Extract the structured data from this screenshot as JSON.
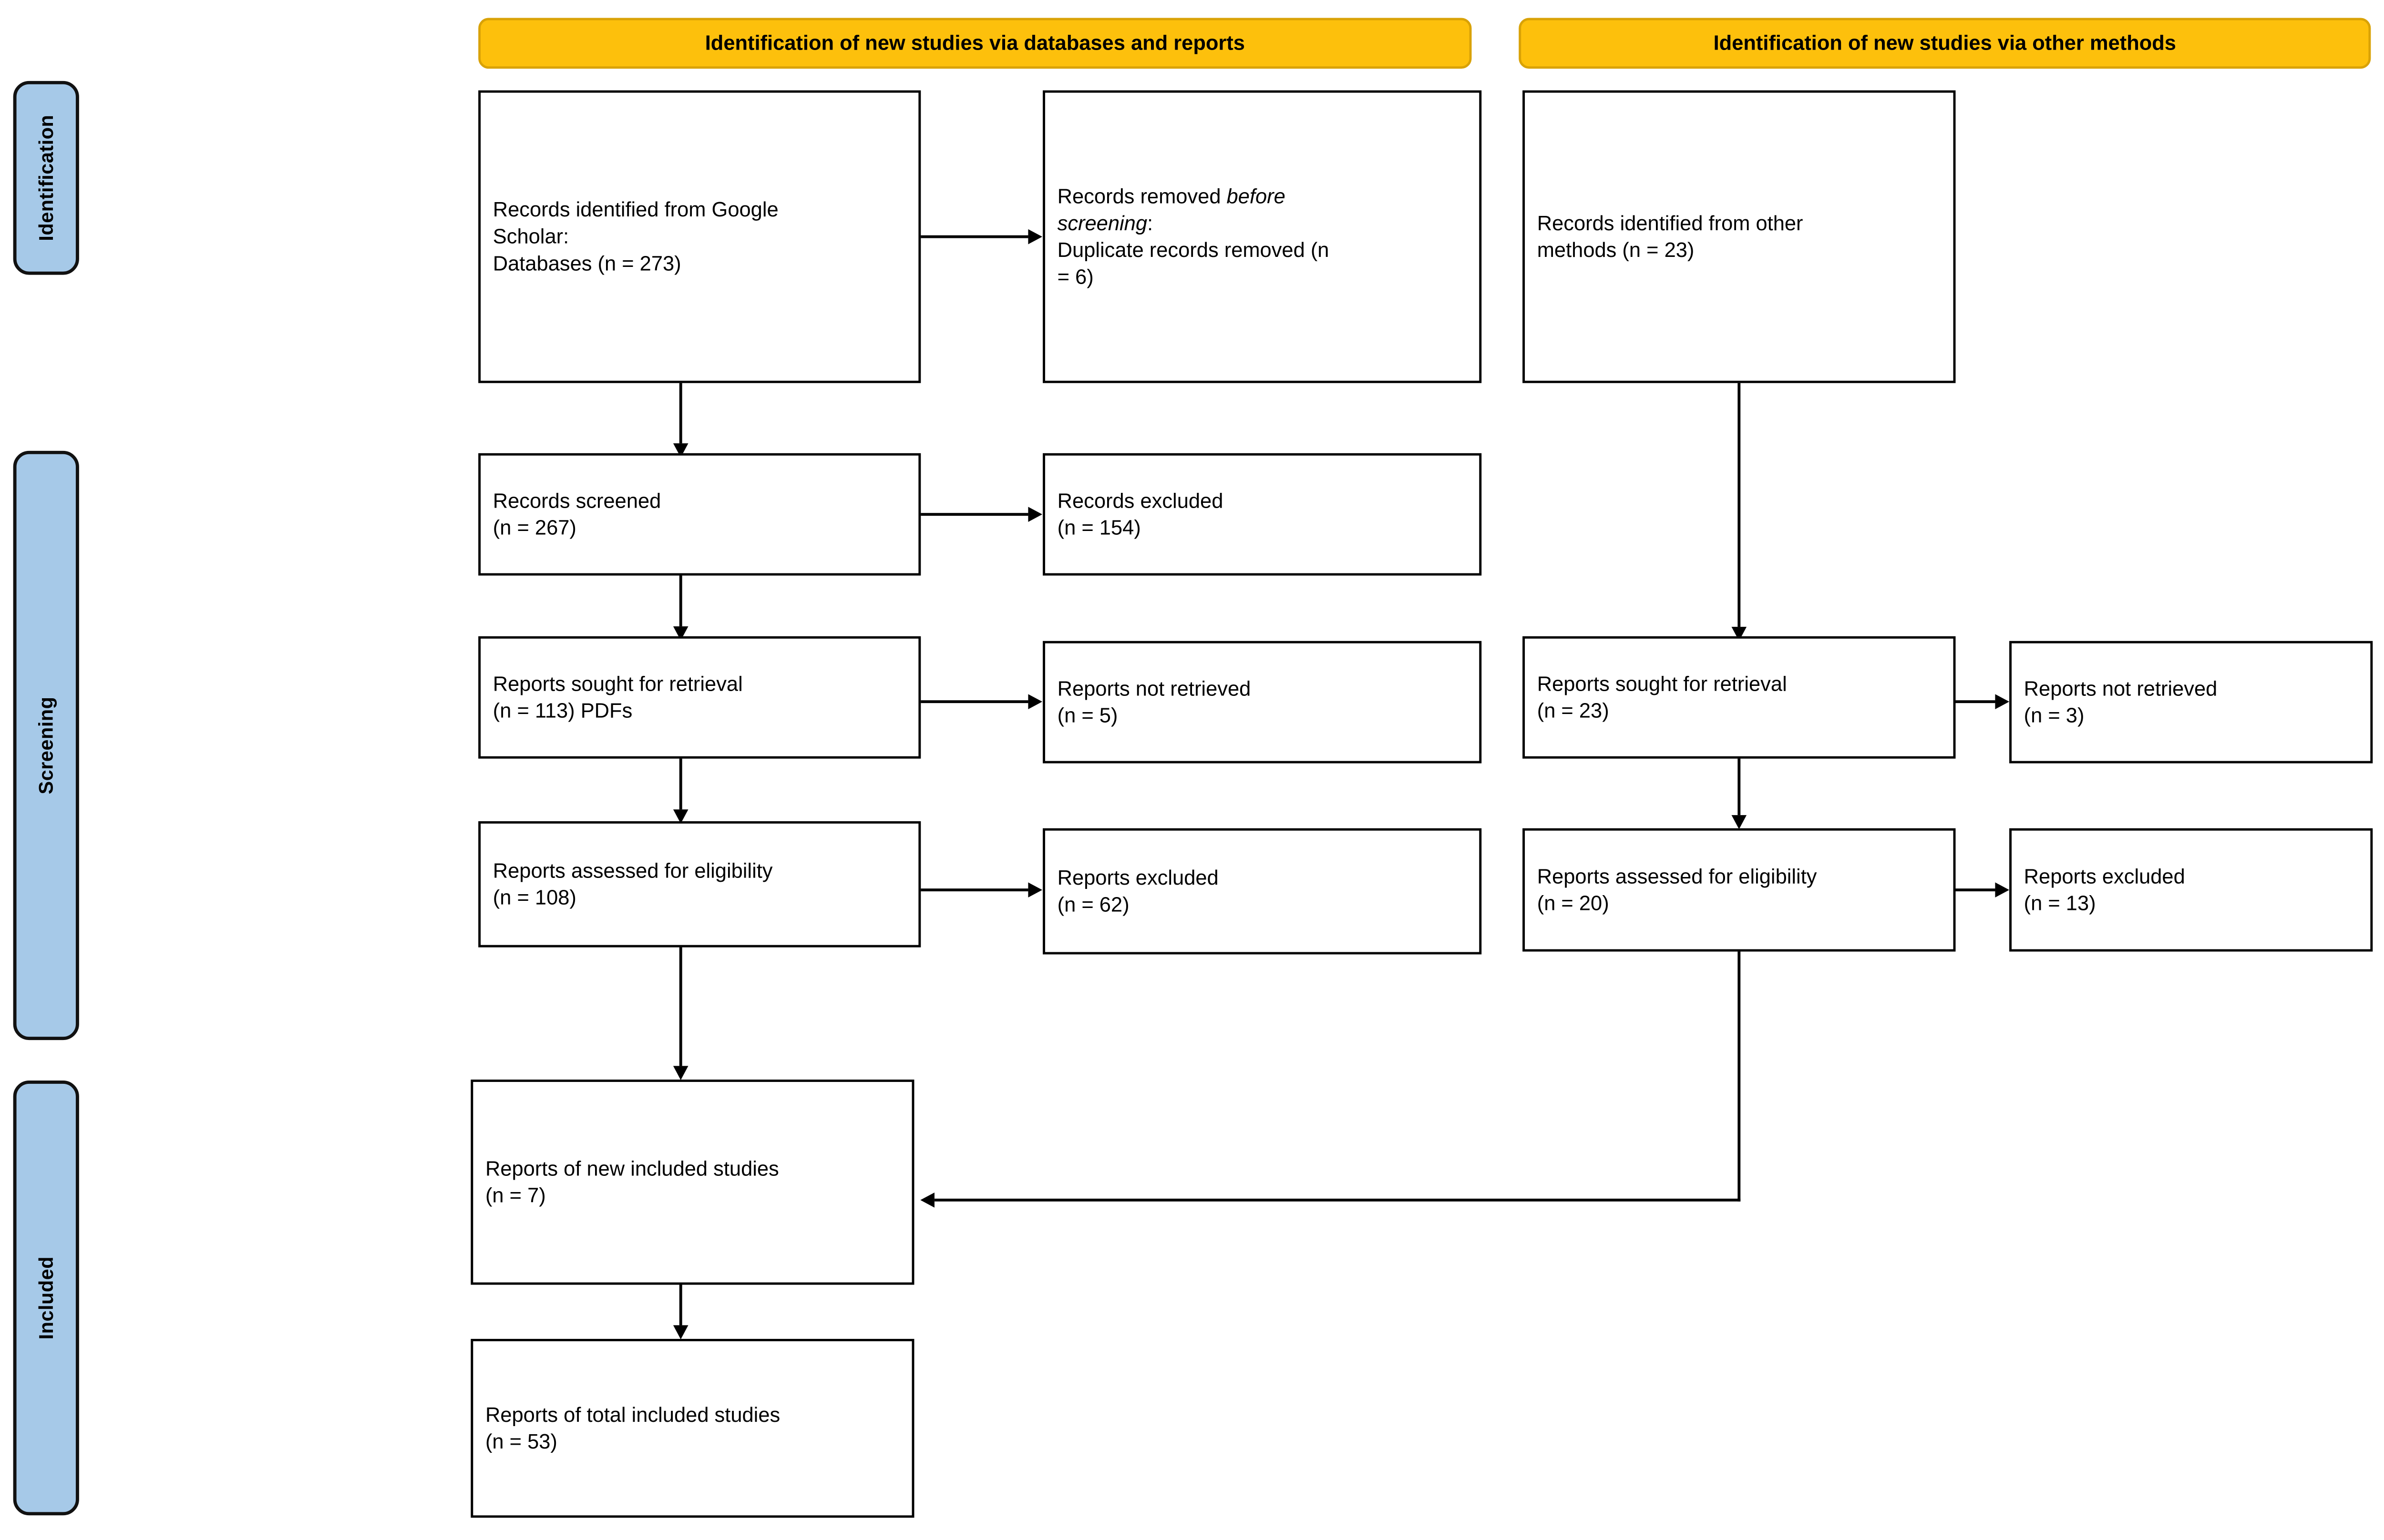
{
  "diagram": {
    "title": "PRISMA 2020 flow diagram",
    "accent_yellow": "#fdc00c",
    "accent_blue": "#a6c9e8",
    "line_color": "#000000"
  },
  "stages": [
    {
      "id": "identification",
      "label": "Identification"
    },
    {
      "id": "screening",
      "label": "Screening"
    },
    {
      "id": "included",
      "label": "Included"
    }
  ],
  "columns": [
    {
      "id": "databases",
      "header": "Identification of new studies via databases and reports"
    },
    {
      "id": "other",
      "header": "Identification of new studies via other methods"
    }
  ],
  "boxes": {
    "records_identified": {
      "line1": "Records identified from Google",
      "line2": "Scholar:",
      "line3": "     Databases (n = 273)"
    },
    "records_removed": {
      "line1_a": "Records removed ",
      "line1_italic": "before",
      "line2_italic": "screening",
      "line2_b": ":",
      "line3": "     Duplicate records removed (n",
      "line4": "= 6)"
    },
    "records_identified_other": {
      "line1": "Records identified from other",
      "line2": "methods (n = 23)"
    },
    "records_screened": {
      "line1": "Records screened",
      "line2": "(n = 267)"
    },
    "records_excluded": {
      "line1": "Records excluded",
      "line2": "(n = 154)"
    },
    "reports_sought_db": {
      "line1": "Reports sought for retrieval",
      "line2": "(n = 113) PDFs"
    },
    "reports_not_retrieved_db": {
      "line1": "Reports not retrieved",
      "line2": "(n = 5)"
    },
    "reports_sought_other": {
      "line1": "Reports sought for retrieval",
      "line2": "(n = 23)"
    },
    "reports_not_retrieved_other": {
      "line1": "Reports not retrieved",
      "line2": "(n = 3)"
    },
    "reports_assessed_db": {
      "line1": "Reports assessed for eligibility",
      "line2": "(n = 108)"
    },
    "reports_excluded_db": {
      "line1": "Reports excluded",
      "line2": "(n = 62)"
    },
    "reports_assessed_other": {
      "line1": "Reports assessed for eligibility",
      "line2": "(n = 20)"
    },
    "reports_excluded_other": {
      "line1": "Reports excluded",
      "line2": "(n = 13)"
    },
    "new_included": {
      "line1": "Reports of new included studies",
      "line2": "(n = 7)"
    },
    "total_included": {
      "line1": "Reports of total included studies",
      "line2": "(n = 53)"
    }
  },
  "counts": {
    "databases_identified": 273,
    "duplicates_removed": 6,
    "other_identified": 23,
    "records_screened": 267,
    "records_excluded": 154,
    "reports_sought_db": 113,
    "reports_not_retrieved_db": 5,
    "reports_sought_other": 23,
    "reports_not_retrieved_other": 3,
    "reports_assessed_db": 108,
    "reports_excluded_db": 62,
    "reports_assessed_other": 20,
    "reports_excluded_other": 13,
    "new_included_reports": 7,
    "total_included_reports": 53
  }
}
